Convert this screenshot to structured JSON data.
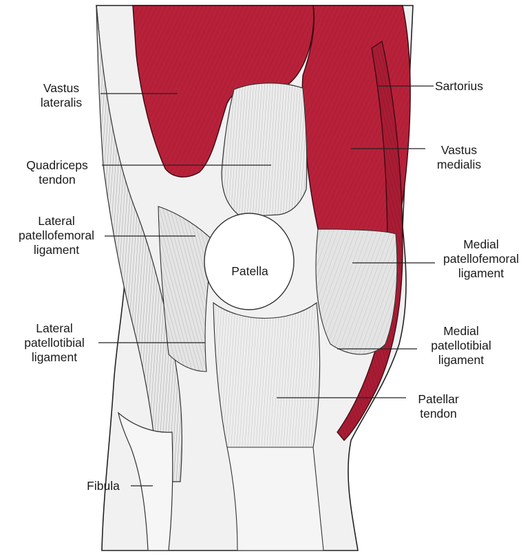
{
  "colors": {
    "muscle": "#b8213a",
    "muscle_dark": "#7e1326",
    "tendon": "#e6e6e6",
    "line": "#222222"
  },
  "labels": {
    "vastus_lateralis": [
      "Vastus",
      "lateralis"
    ],
    "quadriceps_tendon": [
      "Quadriceps",
      "tendon"
    ],
    "lateral_patellofemoral": [
      "Lateral",
      "patellofemoral",
      "ligament"
    ],
    "lateral_patellotibial": [
      "Lateral",
      "patellotibial",
      "ligament"
    ],
    "fibula": [
      "Fibula"
    ],
    "sartorius": [
      "Sartorius"
    ],
    "vastus_medialis": [
      "Vastus",
      "medialis"
    ],
    "patella": [
      "Patella"
    ],
    "medial_patellofemoral": [
      "Medial",
      "patellofemoral",
      "ligament"
    ],
    "medial_patellotibial": [
      "Medial",
      "patellotibial",
      "ligament"
    ],
    "patellar_tendon": [
      "Patellar",
      "tendon"
    ]
  }
}
